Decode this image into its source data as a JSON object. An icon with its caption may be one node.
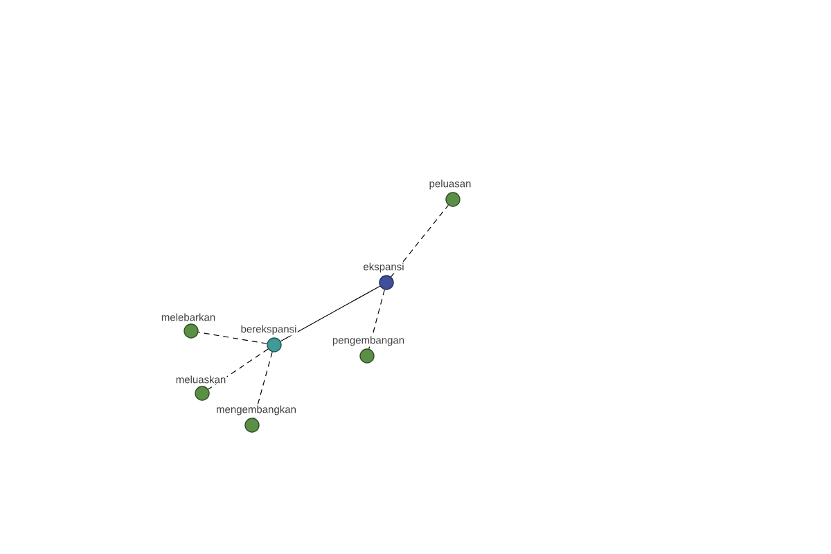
{
  "diagram": {
    "nodes": [
      {
        "text": [
          "peluasan"
        ]
      },
      {
        "text": [
          "ekspansi"
        ]
      },
      {
        "text": [
          "melebarkan"
        ]
      },
      {
        "text": [
          "berekspansi"
        ]
      },
      {
        "text": [
          "pengembangan"
        ]
      },
      {
        "text": [
          "meluaskan"
        ]
      },
      {
        "text": [
          "mengembangkan"
        ]
      }
    ],
    "edges": [
      {
        "from": 1,
        "to": 0,
        "arrow": "none",
        "style": "dashed"
      },
      {
        "from": 1,
        "to": 3,
        "arrow": "none"
      },
      {
        "from": 1,
        "to": 4,
        "arrow": "none",
        "style": "dashed"
      },
      {
        "from": 3,
        "to": 2,
        "arrow": "none",
        "style": "dashed"
      },
      {
        "from": 3,
        "to": 5,
        "arrow": "none",
        "style": "dashed"
      },
      {
        "from": 3,
        "to": 6,
        "arrow": "none",
        "style": "dashed"
      }
    ]
  }
}
